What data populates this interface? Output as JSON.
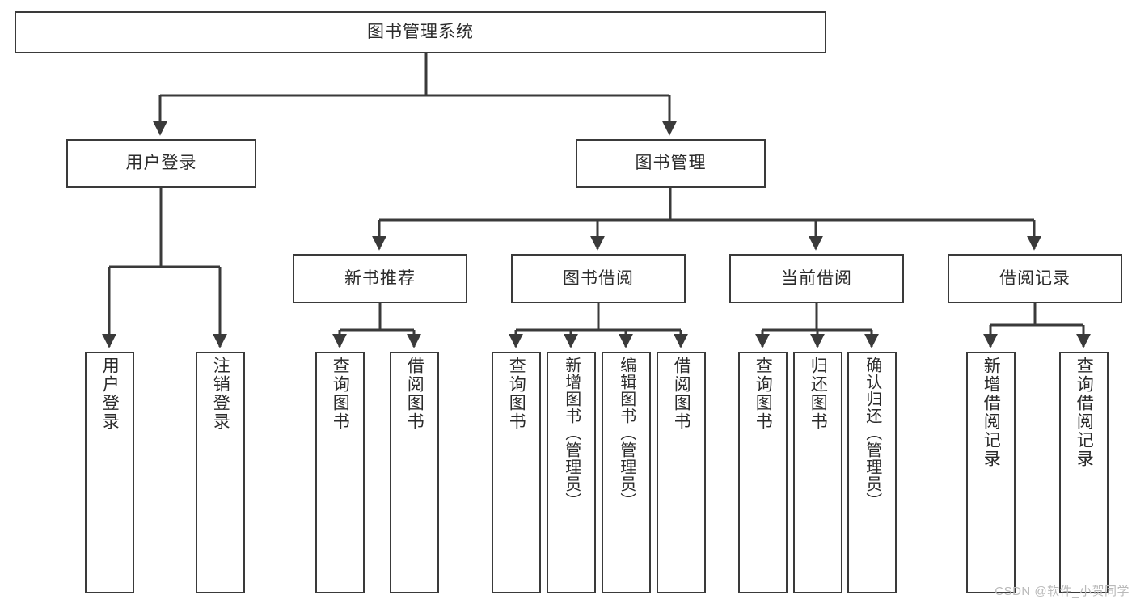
{
  "diagram": {
    "title": "图书管理系统",
    "type": "tree",
    "watermark": "CSDN @软件_小贺同学",
    "root": {
      "label": "图书管理系统"
    },
    "level2": [
      {
        "label": "用户登录"
      },
      {
        "label": "图书管理"
      }
    ],
    "level3": [
      {
        "label": "新书推荐"
      },
      {
        "label": "图书借阅"
      },
      {
        "label": "当前借阅"
      },
      {
        "label": "借阅记录"
      }
    ],
    "leaves": {
      "user_login": [
        {
          "label": "用户登录"
        },
        {
          "label": "注销登录"
        }
      ],
      "new_book": [
        {
          "label": "查询图书"
        },
        {
          "label": "借阅图书"
        }
      ],
      "book_borrow": [
        {
          "label": "查询图书"
        },
        {
          "label": "新增图书（管理员）"
        },
        {
          "label": "编辑图书（管理员）"
        },
        {
          "label": "借阅图书"
        }
      ],
      "current_borrow": [
        {
          "label": "查询图书"
        },
        {
          "label": "归还图书"
        },
        {
          "label": "确认归还（管理员）"
        }
      ],
      "borrow_record": [
        {
          "label": "新增借阅记录"
        },
        {
          "label": "查询借阅记录"
        }
      ]
    },
    "colors": {
      "stroke": "#3a3a3a",
      "text": "#2b2b2b",
      "background": "#ffffff",
      "watermark": "#b9b9b9"
    }
  }
}
